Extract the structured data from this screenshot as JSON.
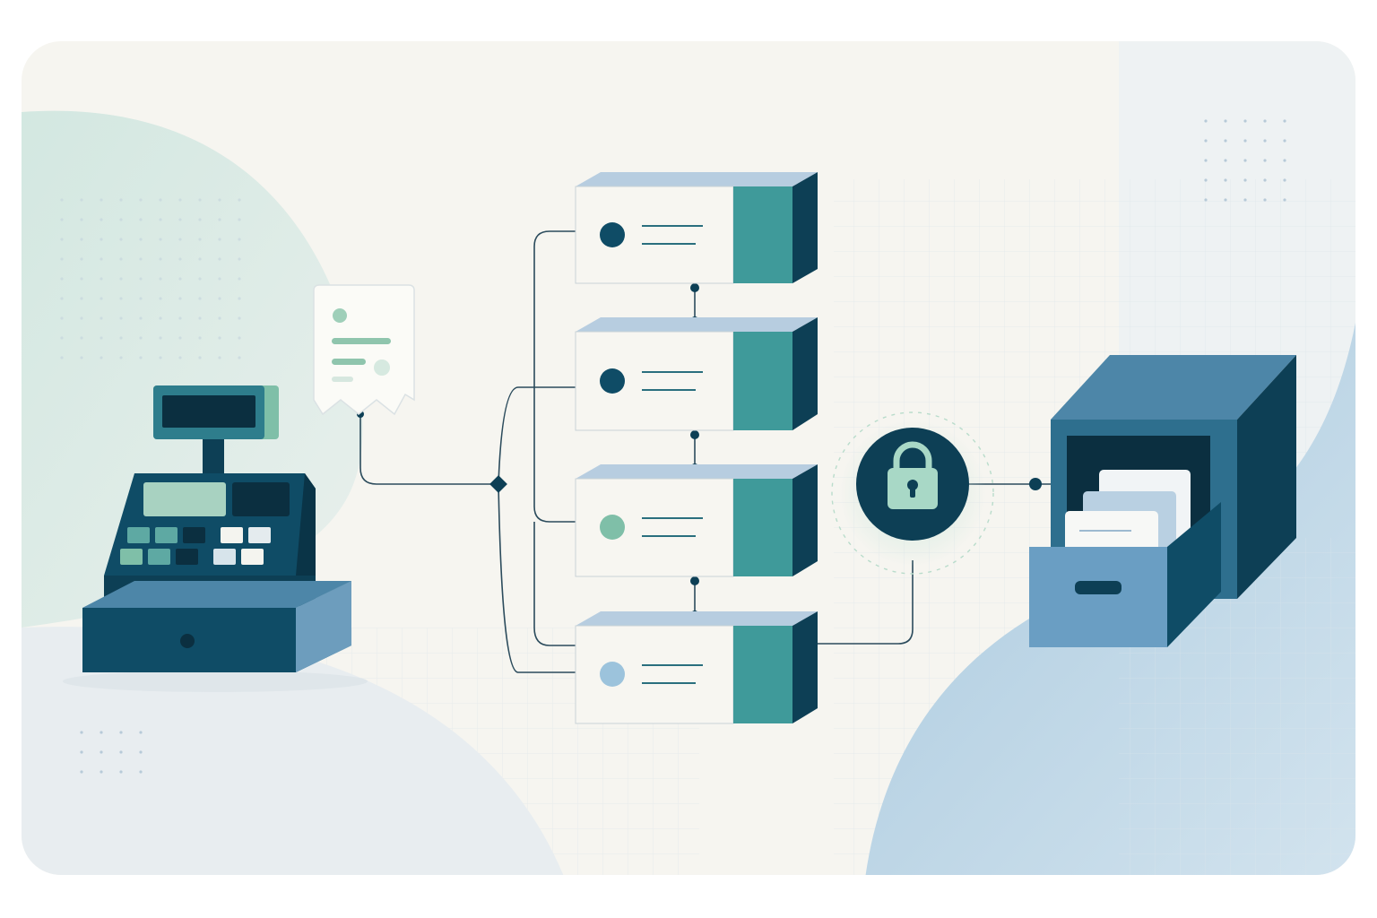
{
  "colors": {
    "background": "#f6f5f0",
    "navy": "#0d3f55",
    "teal": "#3f9a9a",
    "blue": "#6f9ec0",
    "mint": "#7fbfa8",
    "light_blue": "#9cc3dc",
    "paper": "#f7f6f1",
    "connector": "#2b4b5c"
  },
  "diagram": {
    "nodes": [
      {
        "id": "cash-register",
        "kind": "point-of-sale"
      },
      {
        "id": "receipt",
        "kind": "document"
      },
      {
        "id": "branch-junction",
        "kind": "decision"
      },
      {
        "id": "server-1",
        "kind": "server",
        "dot_color": "navy"
      },
      {
        "id": "server-2",
        "kind": "server",
        "dot_color": "navy"
      },
      {
        "id": "server-3",
        "kind": "server",
        "dot_color": "mint"
      },
      {
        "id": "server-4",
        "kind": "server",
        "dot_color": "light_blue"
      },
      {
        "id": "lock",
        "kind": "security"
      },
      {
        "id": "file-cabinet",
        "kind": "archive"
      }
    ],
    "edges": [
      {
        "from": "cash-register",
        "to": "receipt"
      },
      {
        "from": "receipt",
        "to": "branch-junction"
      },
      {
        "from": "branch-junction",
        "to": "server-1"
      },
      {
        "from": "branch-junction",
        "to": "server-2"
      },
      {
        "from": "branch-junction",
        "to": "server-3"
      },
      {
        "from": "branch-junction",
        "to": "server-4"
      },
      {
        "from": "server-1",
        "to": "server-2"
      },
      {
        "from": "server-2",
        "to": "server-3"
      },
      {
        "from": "server-3",
        "to": "server-4"
      },
      {
        "from": "server-4",
        "to": "lock"
      },
      {
        "from": "lock",
        "to": "file-cabinet"
      }
    ]
  }
}
